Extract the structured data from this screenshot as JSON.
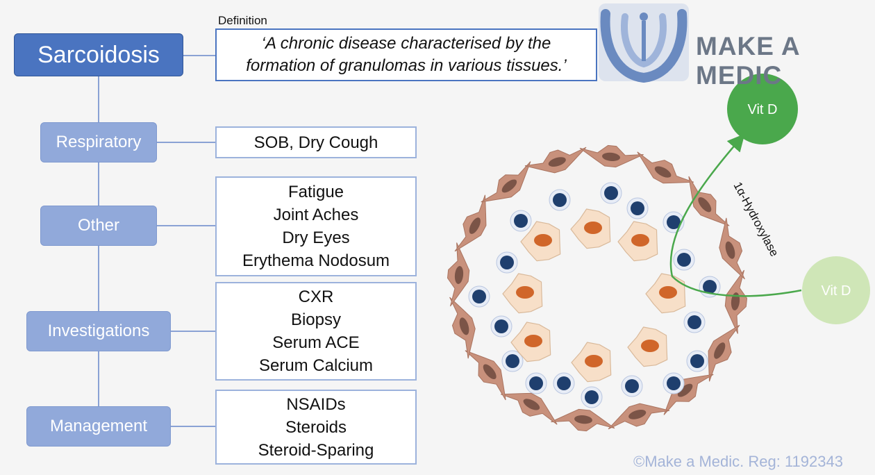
{
  "title": "Sarcoidosis",
  "definition": {
    "label": "Definition",
    "line1": "‘A chronic disease characterised by the",
    "line2": "formation of granulomas in various tissues.’"
  },
  "brand": "MAKE A MEDIC",
  "categories": [
    {
      "label": "Respiratory",
      "items": [
        "SOB, Dry Cough"
      ]
    },
    {
      "label": "Other",
      "items": [
        "Fatigue",
        "Joint Aches",
        "Dry Eyes",
        "Erythema Nodosum"
      ]
    },
    {
      "label": "Investigations",
      "items": [
        "CXR",
        "Biopsy",
        "Serum ACE",
        "Serum Calcium"
      ]
    },
    {
      "label": "Management",
      "items": [
        "NSAIDs",
        "Steroids",
        "Steroid-Sparing"
      ]
    }
  ],
  "granuloma": {
    "vit_d_active": "Vit D",
    "vit_d_inactive": "Vit D",
    "enzyme": "1α-Hydroxylase"
  },
  "copyright": "©Make a Medic. Reg: 1192343",
  "colors": {
    "title_bg": "#4a74c0",
    "category_bg": "#91a9da",
    "vit_d_active": "#4aa84c",
    "vit_d_inactive": "#cfe6b7",
    "arrow": "#4aa84c",
    "fibroblast": "#c8917c",
    "macrophage": "#f7dfc8",
    "macrophage_nucleus": "#d0662a",
    "lymphocyte": "#1f3f6e"
  }
}
